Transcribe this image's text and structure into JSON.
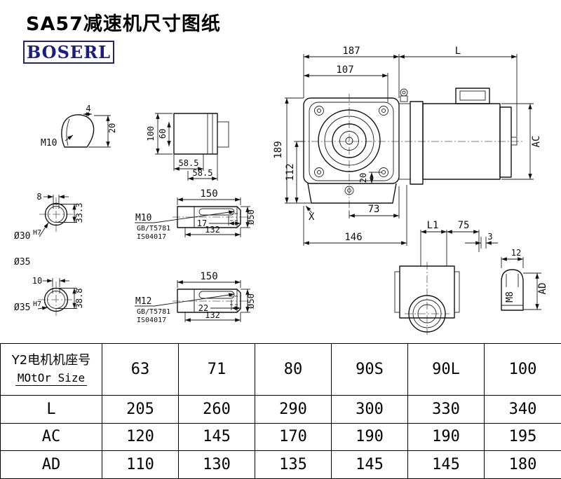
{
  "title": "SA57减速机尺寸图纸",
  "logo": "BOSERL",
  "drawing": {
    "main_view": {
      "width_gearbox": "187",
      "width_motor": "L",
      "width_inner": "107",
      "height_total": "189",
      "height_lower": "112",
      "dim_20": "20",
      "dim_73": "73",
      "width_base": "146",
      "label_x": "X",
      "motor_dia": "AC"
    },
    "side_view": {
      "dim_l1": "L1",
      "dim_75": "75",
      "dim_3": "3",
      "dim_12": "12",
      "thread": "M8",
      "motor_height": "AD"
    },
    "plug_detail": {
      "thread": "M10",
      "dim_4": "4",
      "dim_20": "20"
    },
    "flange_detail": {
      "dim_100": "100",
      "dim_60": "60",
      "dim_585_a": "58.5",
      "dim_585_b": "58.5"
    },
    "hollow_shaft_30": {
      "keyway": "8",
      "dia": "Ø30",
      "tol": "H7",
      "keyway_depth": "33.3"
    },
    "hollow_shaft_35": {
      "keyway": "10",
      "dia": "Ø35",
      "tol": "H7",
      "keyway_depth": "38.8",
      "dia_label": "Ø35"
    },
    "shaft_m10": {
      "length": "150",
      "thread": "M10",
      "std_1": "GB/T5781",
      "std_2": "IS04017",
      "thread_len": "17",
      "len_132": "132",
      "dia": "Ø50"
    },
    "shaft_m12": {
      "length": "150",
      "thread": "M12",
      "std_1": "GB/T5781",
      "std_2": "IS04017",
      "thread_len": "22",
      "len_132": "132",
      "dia": "Ø50"
    }
  },
  "table": {
    "header": {
      "label_cn": "Y2电机机座号",
      "label_en": "MOtOr Size"
    },
    "sizes": [
      "63",
      "71",
      "80",
      "90S",
      "90L",
      "100"
    ],
    "rows": [
      {
        "label": "L",
        "values": [
          "205",
          "260",
          "290",
          "300",
          "330",
          "340"
        ]
      },
      {
        "label": "AC",
        "values": [
          "120",
          "145",
          "170",
          "190",
          "190",
          "195"
        ]
      },
      {
        "label": "AD",
        "values": [
          "110",
          "130",
          "135",
          "145",
          "145",
          "180"
        ]
      }
    ]
  }
}
